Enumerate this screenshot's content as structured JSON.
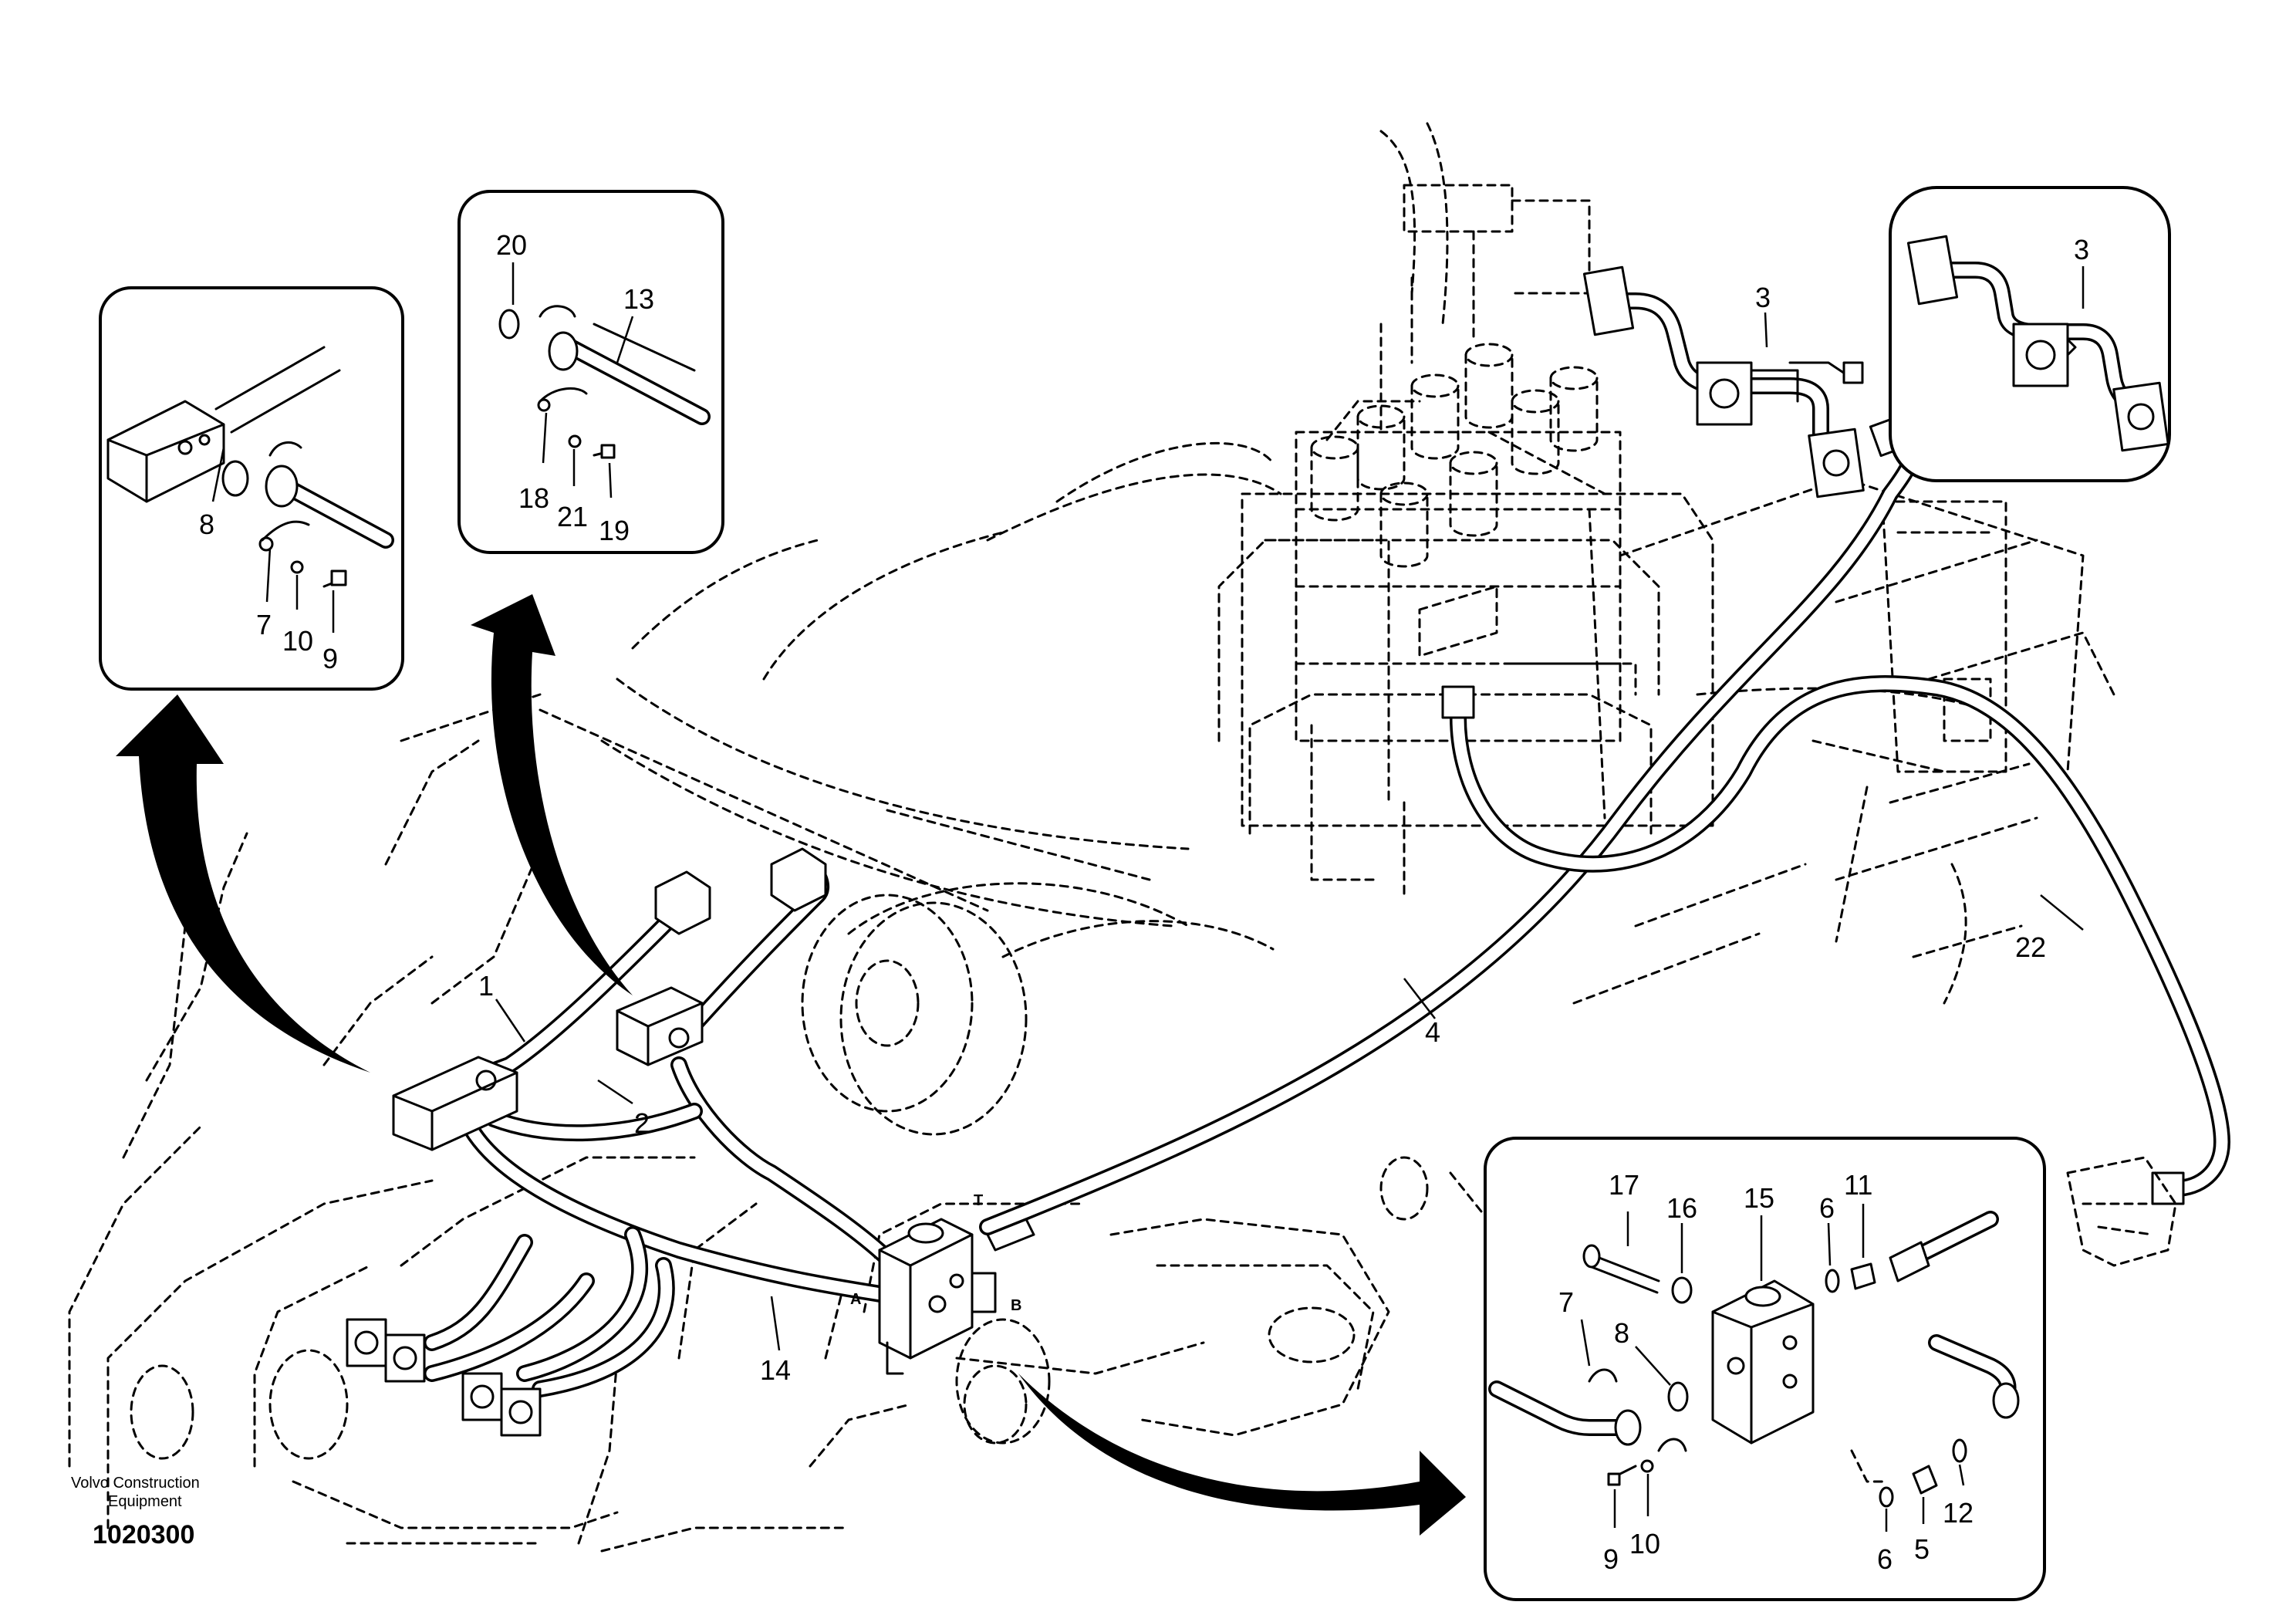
{
  "drawing": {
    "brand_line1": "Volvo Construction",
    "brand_line2": "Equipment",
    "drawing_number": "1020300"
  },
  "ports": {
    "t": "T",
    "a": "A",
    "b": "B"
  },
  "callouts": {
    "main": [
      "1",
      "2",
      "3",
      "4",
      "14",
      "22"
    ],
    "detail_left": [
      "8",
      "7",
      "10",
      "9"
    ],
    "detail_upper": [
      "20",
      "13",
      "18",
      "21",
      "19"
    ],
    "detail_right_top": [
      "3"
    ],
    "detail_lower_right": [
      "17",
      "16",
      "15",
      "6",
      "11",
      "7",
      "8",
      "9",
      "10",
      "6",
      "5",
      "12"
    ]
  }
}
